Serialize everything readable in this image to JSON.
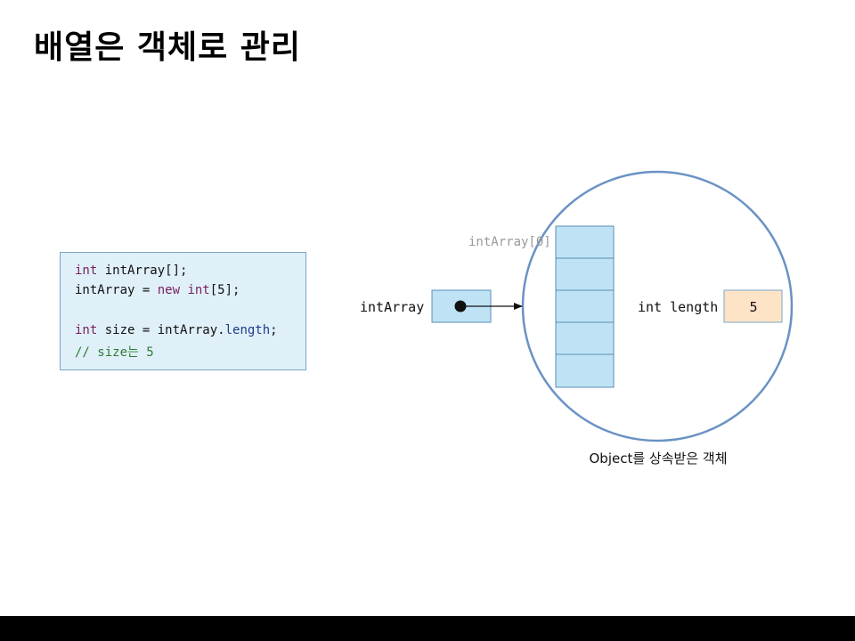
{
  "title": "배열은 객체로 관리",
  "code": {
    "line1": {
      "kw": "int",
      "rest": " intArray[];"
    },
    "line2": {
      "a": "intArray = ",
      "kw1": "new",
      "b": " ",
      "kw2": "int",
      "c": "[5];"
    },
    "line3": {
      "kw": "int",
      "a": " size = intArray.",
      "field": "length",
      "b": ";"
    },
    "line4": "// size는 5"
  },
  "diagram": {
    "array_element_label": "intArray[0]",
    "reference_label": "intArray",
    "field_label": "int length",
    "field_value": "5",
    "caption": "Object를 상속받은 객체",
    "array_cell_count": 5
  },
  "colors": {
    "array_cell": "#bfe3f5",
    "ref_box": "#bfe3f5",
    "value_box": "#fde4c7",
    "circle": "#6a92c4",
    "code_bg": "#dff0f9"
  }
}
